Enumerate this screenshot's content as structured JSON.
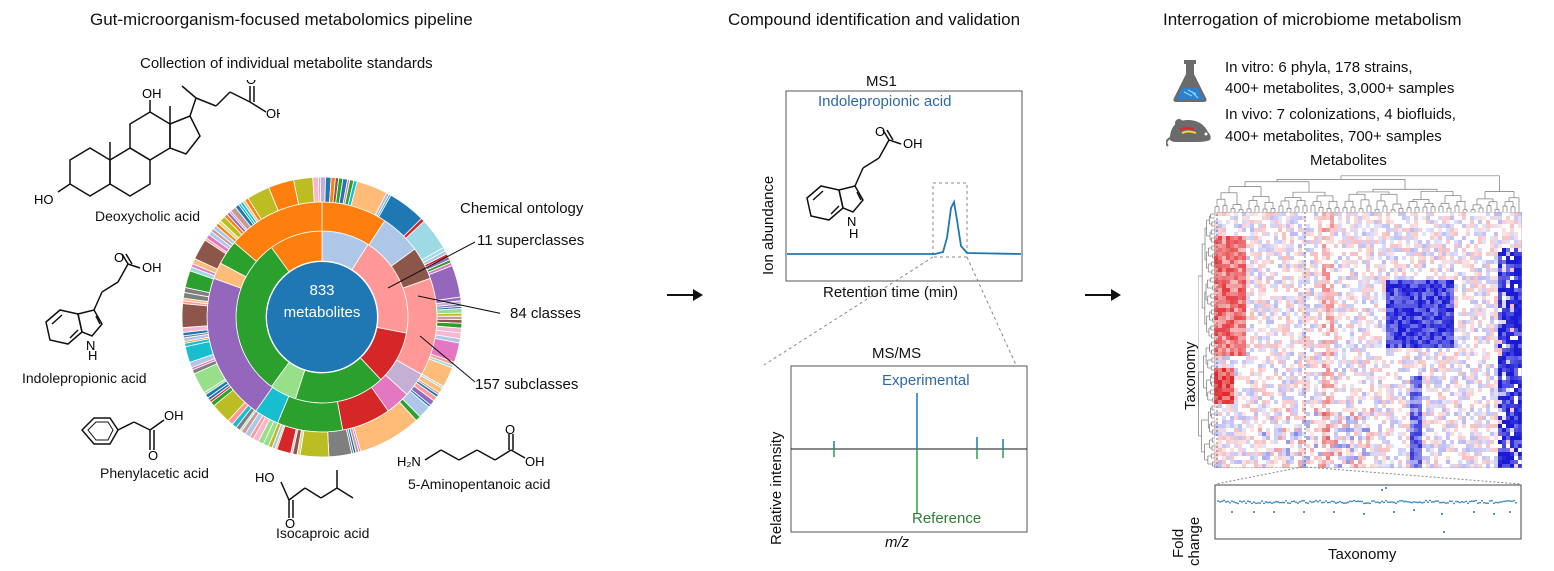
{
  "titles": {
    "pipeline": "Gut-microorganism-focused metabolomics pipeline",
    "identification": "Compound identification and validation",
    "interrogation": "Interrogation of microbiome metabolism"
  },
  "standards": {
    "heading": "Collection of individual metabolite standards",
    "compounds": {
      "deoxycholic": "Deoxycholic acid",
      "indolepropionic": "Indolepropionic acid",
      "phenylacetic": "Phenylacetic acid",
      "isocaproic": "Isocaproic acid",
      "aminopentanoic": "5-Aminopentanoic acid"
    }
  },
  "ontology": {
    "heading": "Chemical ontology",
    "center_count": "833",
    "center_label": "metabolites",
    "ring_labels": [
      "11 superclasses",
      "84 classes",
      "157 subclasses"
    ]
  },
  "atoms": {
    "oh": "OH",
    "ho": "HO",
    "o": "O",
    "h": "H",
    "n": "N",
    "nh": "N",
    "h2n": "H₂N"
  },
  "ms1": {
    "title": "MS1",
    "compound": "Indolepropionic acid",
    "ylabel": "Ion abundance",
    "xlabel": "Retention time (min)"
  },
  "msms": {
    "title": "MS/MS",
    "top_label": "Experimental",
    "bottom_label": "Reference",
    "ylabel": "Relative intensity",
    "xlabel": "m/z"
  },
  "studies": {
    "invitro_line1": "In vitro: 6 phyla, 178 strains,",
    "invitro_line2": "400+ metabolites, 3,000+ samples",
    "invivo_line1": "In vivo: 7 colonizations, 4 biofluids,",
    "invivo_line2": "400+ metabolites, 700+ samples"
  },
  "heatmap": {
    "col_label": "Metabolites",
    "row_label": "Taxonomy"
  },
  "foldchange": {
    "ylabel_line1": "Fold",
    "ylabel_line2": "change",
    "xlabel": "Taxonomy"
  },
  "colors": {
    "blue": "#1f77b4",
    "text_blue": "#2e6aa8",
    "text_green": "#2f7d32",
    "heat_red": "#e3262b",
    "heat_blue": "#1a1ad6"
  }
}
